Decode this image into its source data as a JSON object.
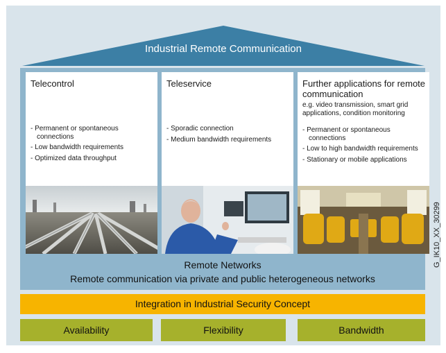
{
  "roof": {
    "title": "Industrial Remote Communication"
  },
  "columns": [
    {
      "title": "Telecontrol",
      "subtitle": "",
      "items": [
        "- Permanent or spontaneous connections",
        "- Low bandwidth requirements",
        "- Optimized data throughput"
      ],
      "photo_icon": "pipeline-photo"
    },
    {
      "title": "Teleservice",
      "subtitle": "",
      "items": [
        "- Sporadic connection",
        "- Medium bandwidth requirements"
      ],
      "photo_icon": "office-engineer-photo"
    },
    {
      "title": "Further applications for remote communication",
      "subtitle": "e.g. video transmission, smart grid applications, condition monitoring",
      "items": [
        "- Permanent or spontaneous connections",
        "- Low to high bandwidth requirements",
        "- Stationary or mobile applications"
      ],
      "photo_icon": "train-interior-photo"
    }
  ],
  "remote": {
    "title": "Remote Networks",
    "subtitle": "Remote communication via private and public heterogeneous networks"
  },
  "security": {
    "label": "Integration in Industrial Security Concept"
  },
  "pillars": [
    "Availability",
    "Flexibility",
    "Bandwidth"
  ],
  "code": "G_IK10_XX_30299",
  "colors": {
    "roof": "#3c7fa5",
    "backdrop": "#d9e4eb",
    "body": "#8fb5cc",
    "security": "#f7b400",
    "pillars": "#a6b12c"
  }
}
